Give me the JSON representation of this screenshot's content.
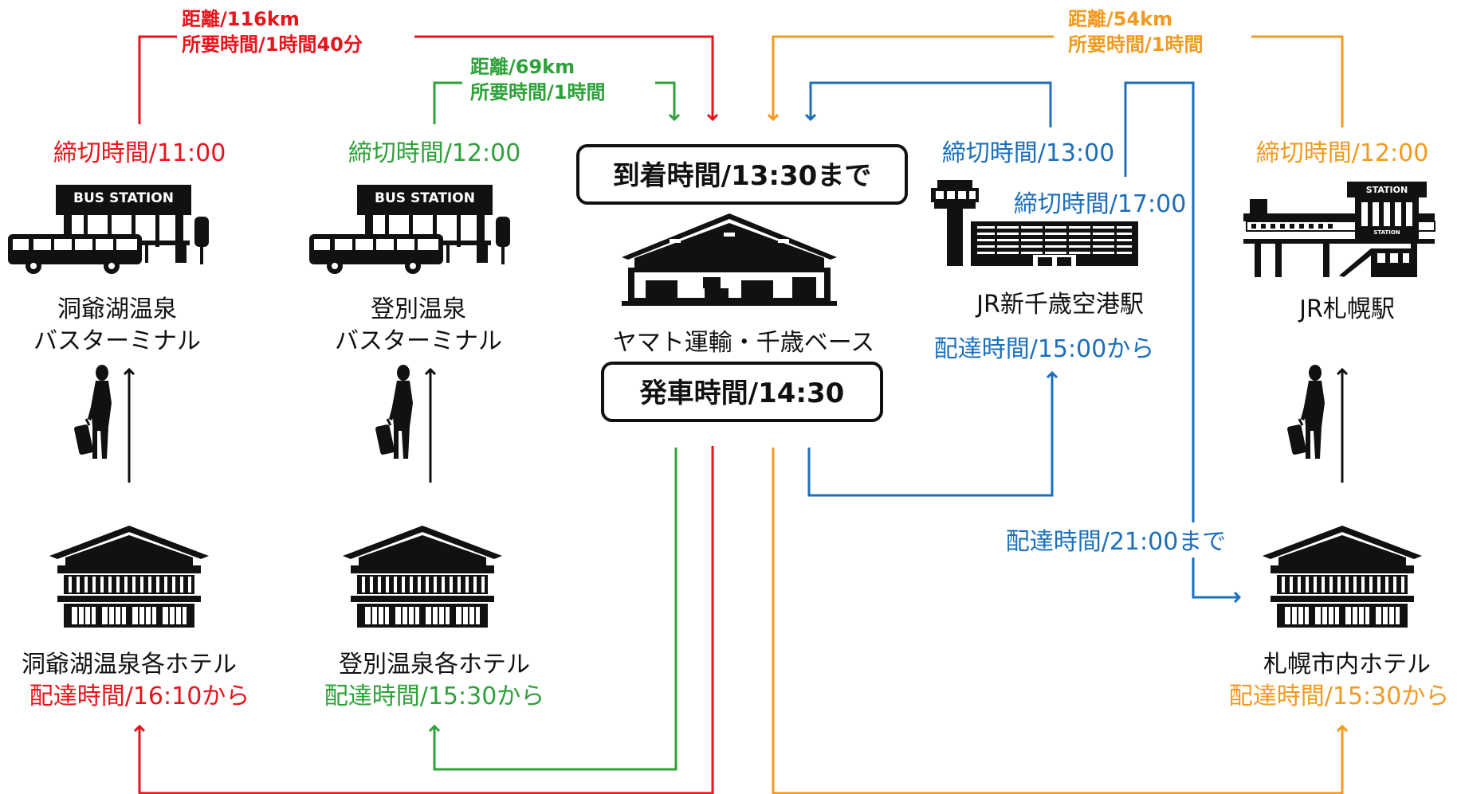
{
  "colors": {
    "red": "#e8141b",
    "green": "#2ea13a",
    "orange": "#f29a1f",
    "blue": "#1c6fba",
    "black": "#111111"
  },
  "routes": {
    "toya": {
      "distance": "距離/116km",
      "duration": "所要時間/1時間40分"
    },
    "noboribetsu": {
      "distance": "距離/69km",
      "duration": "所要時間/1時間"
    },
    "sapporo": {
      "distance": "距離/54km",
      "duration": "所要時間/1時間"
    }
  },
  "nodes": {
    "toya_bus": {
      "deadline": "締切時間/11:00",
      "sign": "BUS STATION",
      "name_line1": "洞爺湖温泉",
      "name_line2": "バスターミナル"
    },
    "noboribetsu_bus": {
      "deadline": "締切時間/12:00",
      "sign": "BUS STATION",
      "name_line1": "登別温泉",
      "name_line2": "バスターミナル"
    },
    "base": {
      "arrival": "到着時間/13:30まで",
      "name": "ヤマト運輸・千歳ベース",
      "departure": "発車時間/14:30"
    },
    "airport": {
      "deadline1": "締切時間/13:00",
      "deadline2": "締切時間/17:00",
      "name": "JR新千歳空港駅",
      "delivery": "配達時間/15:00から"
    },
    "sapporo_station": {
      "deadline": "締切時間/12:00",
      "sign": "STATION",
      "sign2": "STATION",
      "name": "JR札幌駅"
    },
    "toya_hotels": {
      "name": "洞爺湖温泉各ホテル",
      "delivery": "配達時間/16:10から"
    },
    "noboribetsu_hotels": {
      "name": "登別温泉各ホテル",
      "delivery": "配達時間/15:30から"
    },
    "sapporo_hotels": {
      "name": "札幌市内ホテル",
      "delivery": "配達時間/15:30から",
      "delivery_until": "配達時間/21:00まで"
    }
  }
}
